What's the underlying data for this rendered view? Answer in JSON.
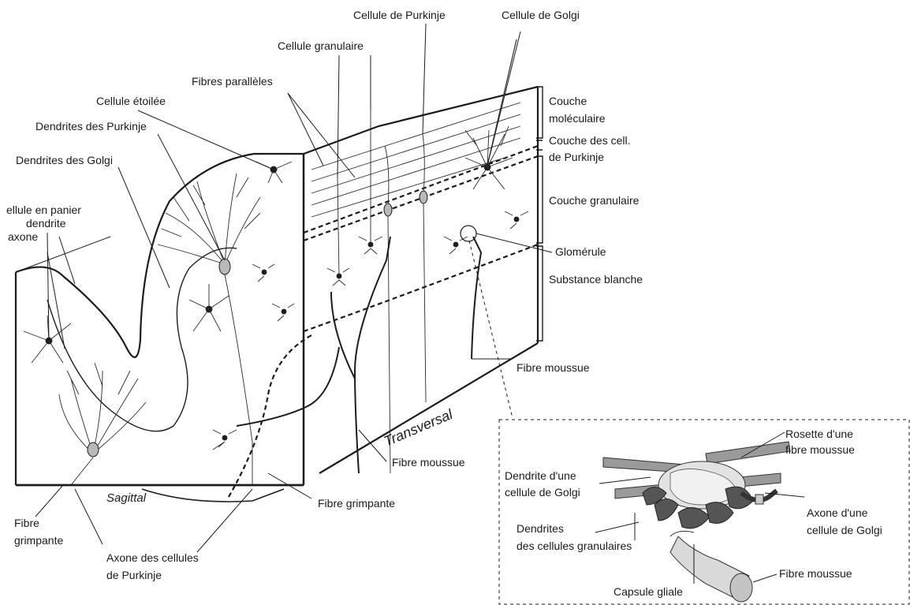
{
  "labels": {
    "purkinje_cell": "Cellule de Purkinje",
    "golgi_cell": "Cellule de Golgi",
    "granule_cell": "Cellule granulaire",
    "parallel_fibers": "Fibres parallèles",
    "stellate_cell": "Cellule étoilée",
    "purkinje_dendrites": "Dendrites des Purkinje",
    "golgi_dendrites": "Dendrites des Golgi",
    "basket_cell_1": "ellule en panier",
    "basket_cell_2": "dendrite",
    "basket_cell_3": "axone",
    "climbing_fiber_left_1": "Fibre",
    "climbing_fiber_left_2": "grimpante",
    "purkinje_axon_1": "Axone des cellules",
    "purkinje_axon_2": "de Purkinje",
    "climbing_fiber": "Fibre grimpante",
    "mossy_fiber_lower": "Fibre moussue",
    "mossy_fiber_right": "Fibre moussue",
    "glomerulus": "Glomérule",
    "sagittal": "Sagittal",
    "transversal": "Transversal"
  },
  "layers": {
    "molecular_1": "Couche",
    "molecular_2": "moléculaire",
    "purkinje_layer_1": "Couche des cell.",
    "purkinje_layer_2": "de Purkinje",
    "granular": "Couche granulaire",
    "white_matter": "Substance blanche"
  },
  "inset": {
    "rosette_1": "Rosette d'une",
    "rosette_2": "fibre moussue",
    "golgi_dendrite_1": "Dendrite d'une",
    "golgi_dendrite_2": "cellule de Golgi",
    "granule_dendrites_1": "Dendrites",
    "granule_dendrites_2": "des cellules granulaires",
    "golgi_axon_1": "Axone d'une",
    "golgi_axon_2": "cellule de Golgi",
    "mossy_fiber": "Fibre moussue",
    "glial_capsule": "Capsule gliale"
  }
}
